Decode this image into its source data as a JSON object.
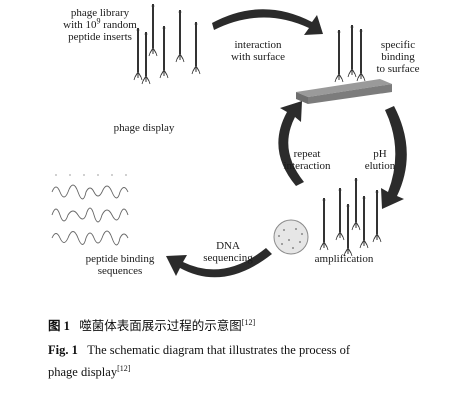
{
  "labels": {
    "library_line1": "phage library",
    "library_line2_pre": "with 10",
    "library_line2_sup": "9",
    "library_line2_post": " random",
    "library_line3": "peptide inserts",
    "interaction_line1": "interaction",
    "interaction_line2": "with surface",
    "binding_line1": "specific",
    "binding_line2": "binding",
    "binding_line3": "to surface",
    "phage_display": "phage display",
    "repeat_line1": "repeat",
    "repeat_line2": "interaction",
    "ph_line1": "pH",
    "ph_line2": "elution",
    "dna_line1": "DNA",
    "dna_line2": "sequencing",
    "amplification": "amplification",
    "peptide_line1": "peptide binding",
    "peptide_line2": "sequences"
  },
  "caption": {
    "cn_label": "图 1",
    "cn_text": "噬菌体表面展示过程的示意图",
    "cn_ref": "[12]",
    "en_label": "Fig. 1",
    "en_text": "The schematic diagram that illustrates the process of",
    "en_text2": "phage display",
    "en_ref": "[12]"
  }
}
